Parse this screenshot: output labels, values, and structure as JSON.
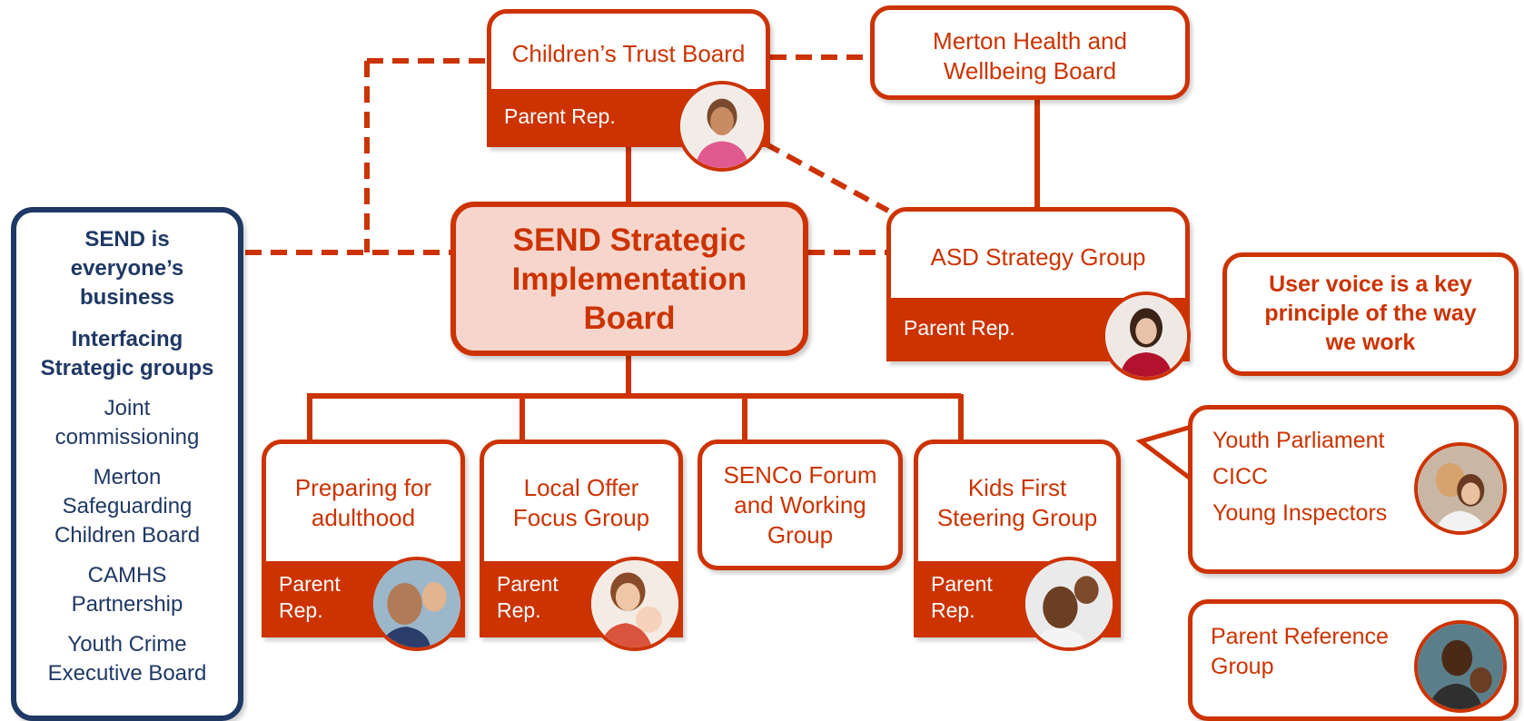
{
  "boards": {
    "childrens_trust": {
      "title": "Children’s Trust Board",
      "rep": "Parent Rep."
    },
    "merton_health": {
      "title_lines": [
        "Merton Health and",
        "Wellbeing Board"
      ]
    },
    "send_board": {
      "title_lines": [
        "SEND Strategic",
        "Implementation",
        "Board"
      ]
    },
    "asd": {
      "title": "ASD Strategy Group",
      "rep": "Parent Rep."
    }
  },
  "groups": [
    {
      "title_lines": [
        "Preparing for",
        "adulthood"
      ],
      "rep_lines": [
        "Parent",
        "Rep."
      ]
    },
    {
      "title_lines": [
        "Local Offer",
        "Focus Group"
      ],
      "rep_lines": [
        "Parent",
        "Rep."
      ]
    },
    {
      "title_lines": [
        "SENCo Forum",
        "and Working",
        "Group"
      ]
    },
    {
      "title_lines": [
        "Kids First",
        "Steering Group"
      ],
      "rep_lines": [
        "Parent",
        "Rep."
      ]
    }
  ],
  "left_panel": {
    "heading_lines": [
      "SEND is",
      "everyone’s",
      "business"
    ],
    "subheading_lines": [
      "Interfacing",
      "Strategic groups"
    ],
    "items": [
      [
        "Joint",
        "commissioning"
      ],
      [
        "Merton",
        "Safeguarding",
        "Children Board"
      ],
      [
        "CAMHS",
        "Partnership"
      ],
      [
        "Youth Crime",
        "Executive Board"
      ]
    ]
  },
  "user_voice": {
    "lines": [
      "User voice is a key",
      "principle of the way",
      "we work"
    ]
  },
  "youth_box": {
    "items": [
      "Youth Parliament",
      "CICC",
      "Young Inspectors"
    ]
  },
  "parent_ref": {
    "lines": [
      "Parent Reference",
      "Group"
    ]
  },
  "colors": {
    "accent": "#cc3300",
    "navy": "#1f3864",
    "center_fill": "#f6d6cc"
  },
  "icons": [
    "person-photo-icon",
    "speech-pointer-icon"
  ]
}
